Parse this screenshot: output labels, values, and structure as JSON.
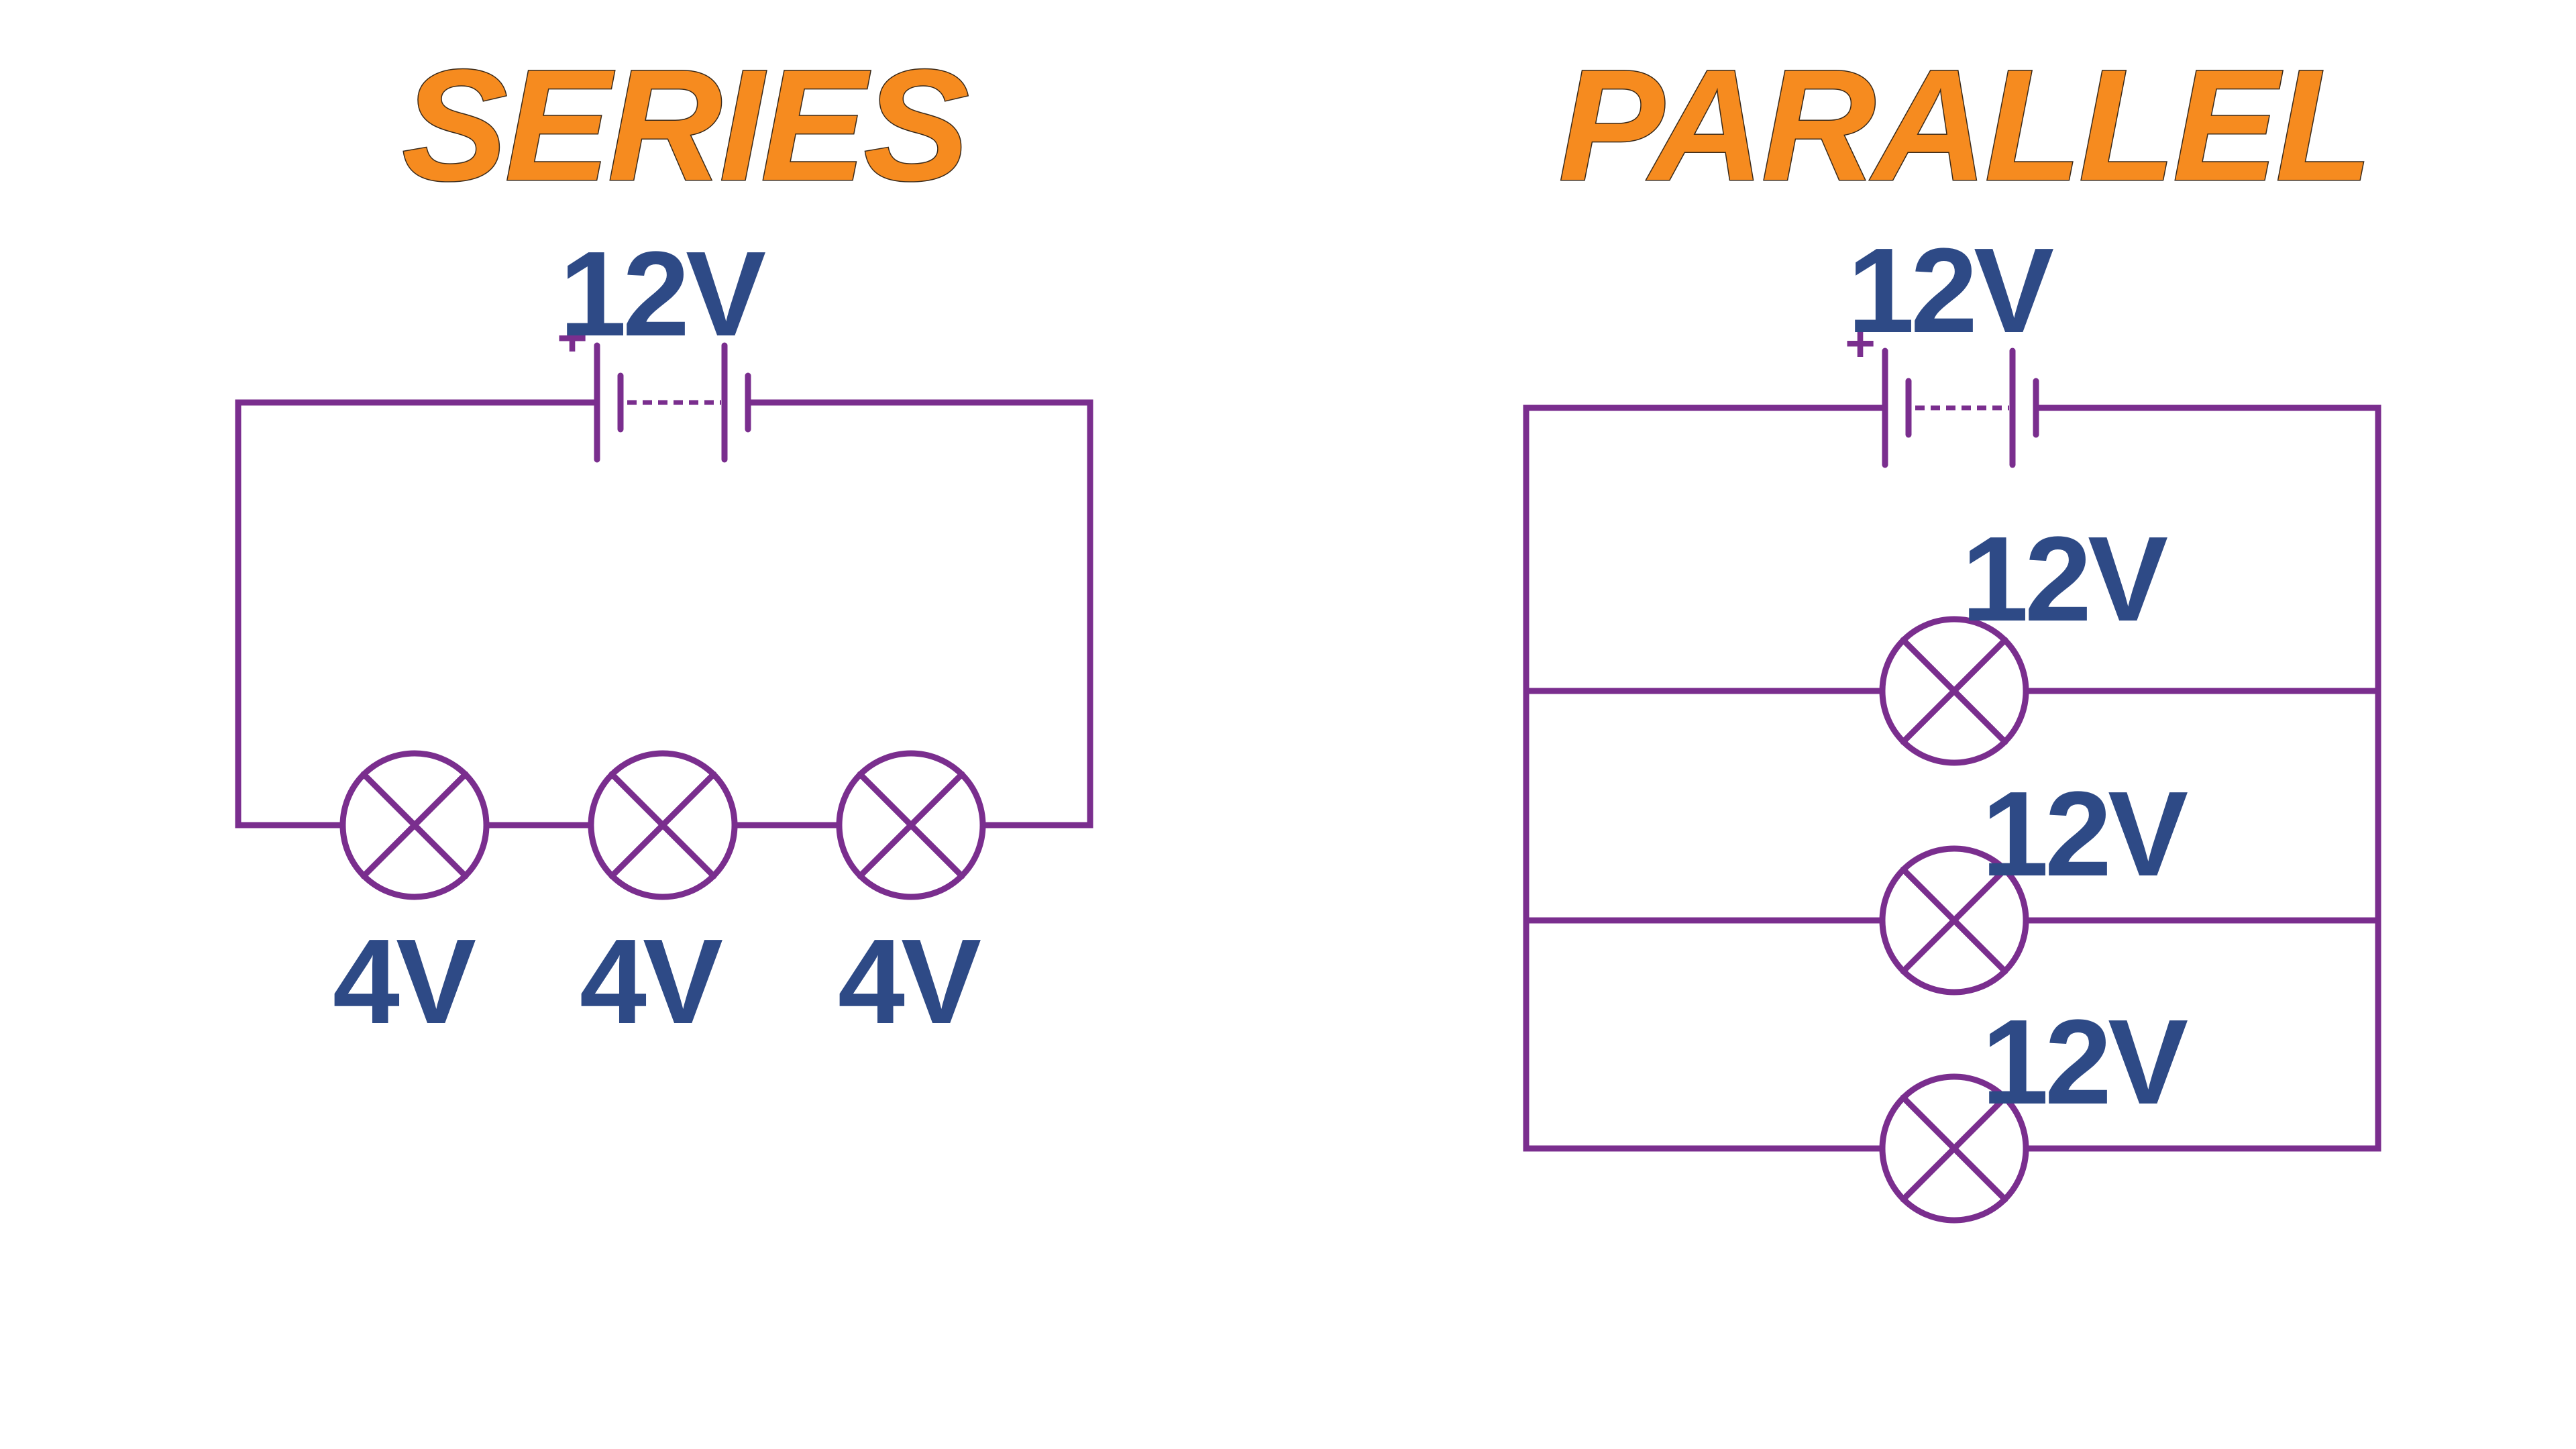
{
  "colors": {
    "title_fill": "#F68B1F",
    "title_outline": "#3A2A1A",
    "label": "#2E4A86",
    "wire": "#7A2E8E",
    "background": "#FFFFFF"
  },
  "series": {
    "title": "SERIES",
    "battery": {
      "label": "12V",
      "polarity": "+"
    },
    "lamps": [
      {
        "label": "4V"
      },
      {
        "label": "4V"
      },
      {
        "label": "4V"
      }
    ]
  },
  "parallel": {
    "title": "PARALLEL",
    "battery": {
      "label": "12V",
      "polarity": "+"
    },
    "lamps": [
      {
        "label": "12V"
      },
      {
        "label": "12V"
      },
      {
        "label": "12V"
      }
    ]
  }
}
